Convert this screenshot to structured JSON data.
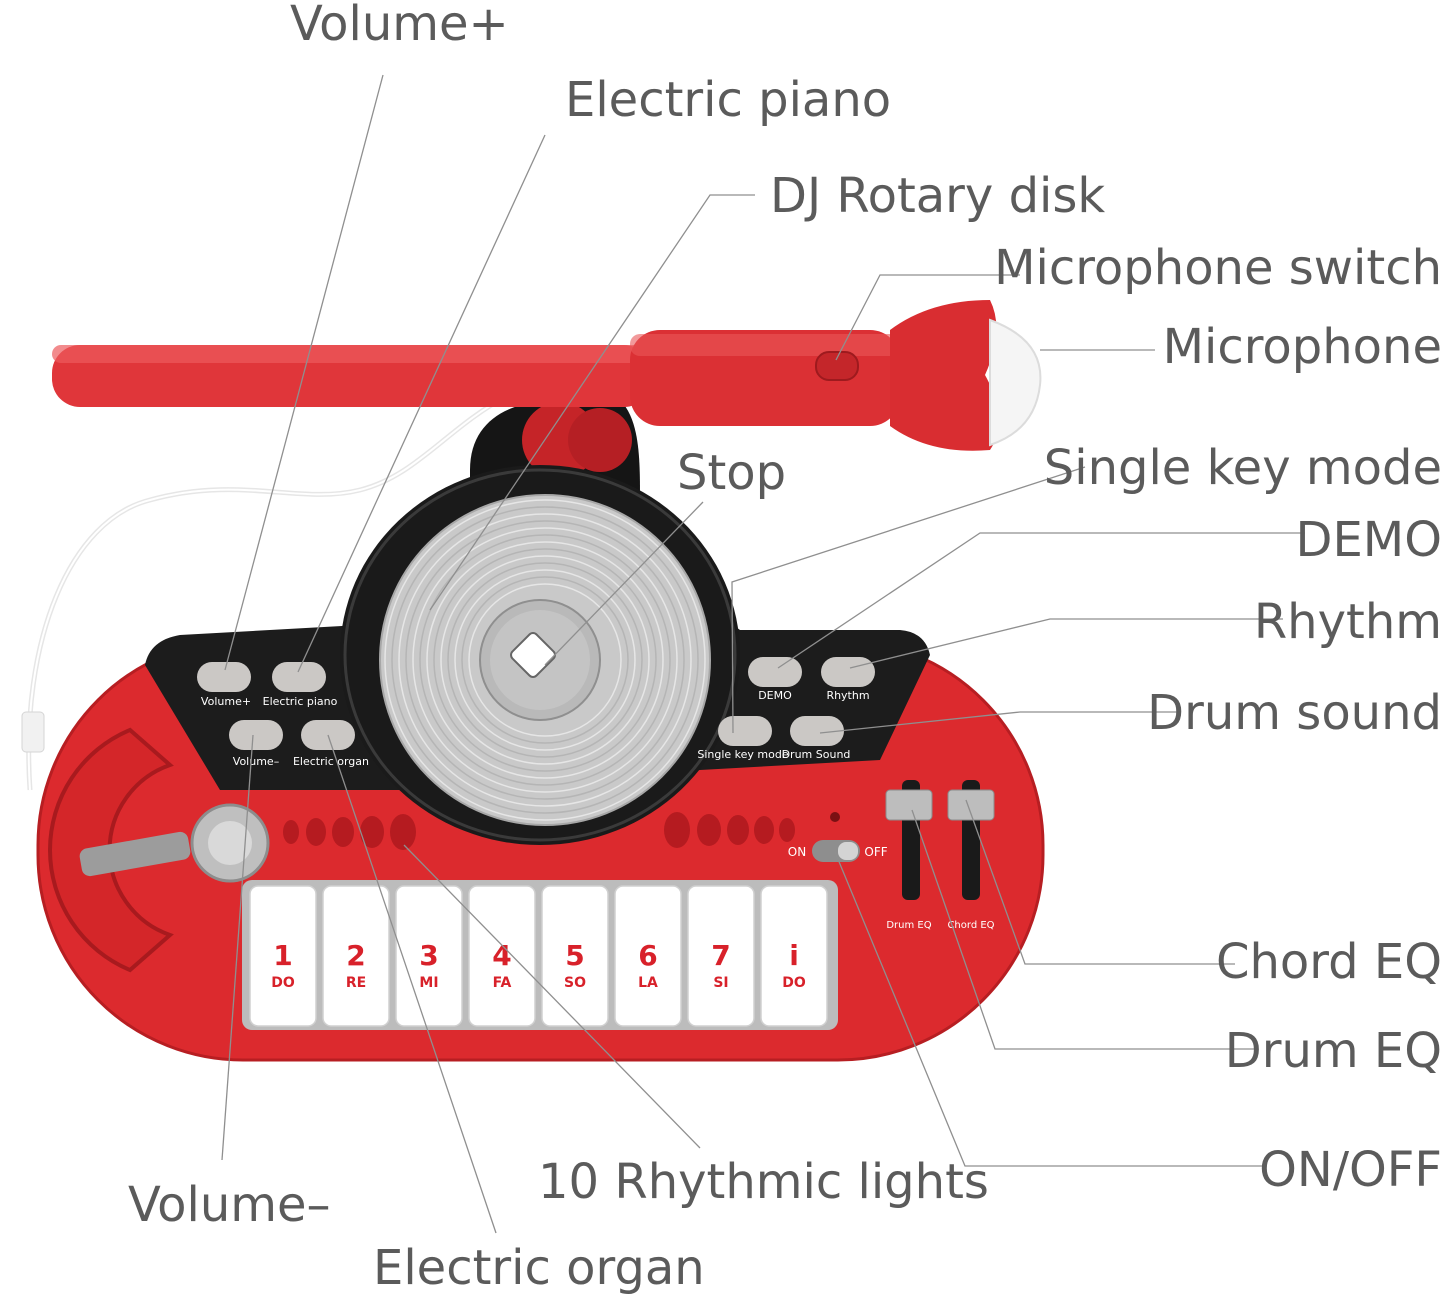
{
  "callouts": {
    "volume_plus": "Volume+",
    "electric_piano": "Electric piano",
    "dj_rotary_disk": "DJ Rotary disk",
    "microphone_switch": "Microphone switch",
    "microphone": "Microphone",
    "stop": "Stop",
    "single_key_mode": "Single key mode",
    "demo": "DEMO",
    "rhythm": "Rhythm",
    "drum_sound": "Drum sound",
    "chord_eq": "Chord EQ",
    "drum_eq": "Drum EQ",
    "on_off": "ON/OFF",
    "volume_minus": "Volume–",
    "rhythmic_lights": "10 Rhythmic lights",
    "electric_organ": "Electric organ"
  },
  "panel": {
    "left_buttons": {
      "volume_plus": "Volume+",
      "electric_piano": "Electric piano",
      "volume_minus": "Volume–",
      "electric_organ": "Electric organ"
    },
    "right_buttons": {
      "demo": "DEMO",
      "rhythm": "Rhythm",
      "single_key_mode": "Single key mode",
      "drum_sound": "Drum Sound"
    },
    "switch": {
      "on": "ON",
      "off": "OFF"
    },
    "sliders": {
      "drum_eq": "Drum EQ",
      "chord_eq": "Chord EQ"
    }
  },
  "keys": [
    {
      "number": "1",
      "note": "DO"
    },
    {
      "number": "2",
      "note": "RE"
    },
    {
      "number": "3",
      "note": "MI"
    },
    {
      "number": "4",
      "note": "FA"
    },
    {
      "number": "5",
      "note": "SO"
    },
    {
      "number": "6",
      "note": "LA"
    },
    {
      "number": "7",
      "note": "SI"
    },
    {
      "number": "i",
      "note": "DO"
    }
  ],
  "colors": {
    "body_red": "#dc2a2e",
    "panel_black": "#1c1c1c",
    "button_gray": "#cbc8c5",
    "label_gray": "#5b5b5b",
    "note_red": "#d8212a"
  }
}
